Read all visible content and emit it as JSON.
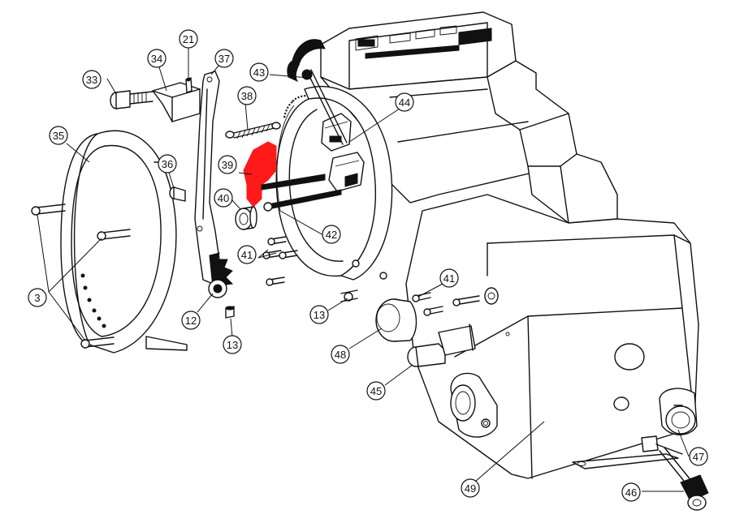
{
  "diagram": {
    "highlight_color": "#ff1a1a",
    "line_color": "#111111",
    "callouts": [
      {
        "id": "c33",
        "label": "33"
      },
      {
        "id": "c34",
        "label": "34"
      },
      {
        "id": "c21",
        "label": "21"
      },
      {
        "id": "c37",
        "label": "37"
      },
      {
        "id": "c43",
        "label": "43"
      },
      {
        "id": "c38",
        "label": "38"
      },
      {
        "id": "c44",
        "label": "44"
      },
      {
        "id": "c35",
        "label": "35"
      },
      {
        "id": "c36",
        "label": "36"
      },
      {
        "id": "c39",
        "label": "39"
      },
      {
        "id": "c40",
        "label": "40"
      },
      {
        "id": "c42",
        "label": "42"
      },
      {
        "id": "c41a",
        "label": "41"
      },
      {
        "id": "c41b",
        "label": "41"
      },
      {
        "id": "c3",
        "label": "3"
      },
      {
        "id": "c12",
        "label": "12"
      },
      {
        "id": "c13a",
        "label": "13"
      },
      {
        "id": "c13b",
        "label": "13"
      },
      {
        "id": "c48",
        "label": "48"
      },
      {
        "id": "c45",
        "label": "45"
      },
      {
        "id": "c47",
        "label": "47"
      },
      {
        "id": "c49",
        "label": "49"
      },
      {
        "id": "c46",
        "label": "46"
      }
    ]
  }
}
